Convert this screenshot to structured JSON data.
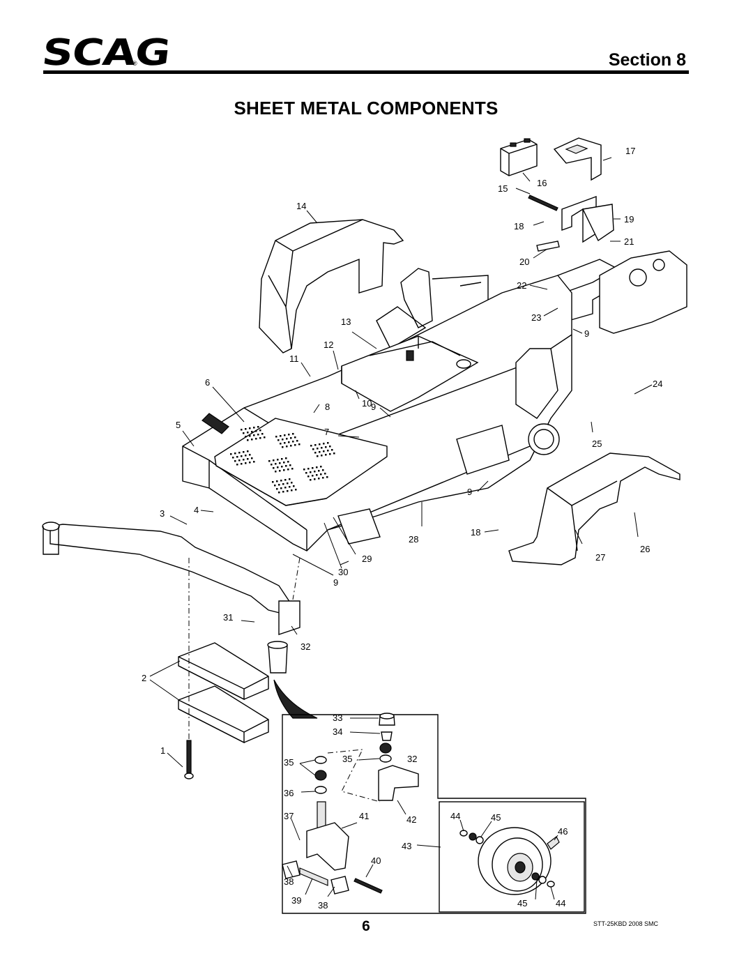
{
  "header": {
    "logo": "SCAG",
    "logo_mark": "®",
    "section": "Section 8"
  },
  "title": "SHEET METAL COMPONENTS",
  "callouts": {
    "c1": "1",
    "c2": "2",
    "c3": "3",
    "c4": "4",
    "c5": "5",
    "c6": "6",
    "c7": "7",
    "c8": "8",
    "c9": "9",
    "c10": "10",
    "c11": "11",
    "c12": "12",
    "c13": "13",
    "c14": "14",
    "c15": "15",
    "c16": "16",
    "c17": "17",
    "c18": "18",
    "c19": "19",
    "c20": "20",
    "c21": "21",
    "c22": "22",
    "c23": "23",
    "c24": "24",
    "c25": "25",
    "c26": "26",
    "c27": "27",
    "c28": "28",
    "c29": "29",
    "c30": "30",
    "c31": "31",
    "c32": "32",
    "c33": "33",
    "c34": "34",
    "c35": "35",
    "c36": "36",
    "c37": "37",
    "c38": "38",
    "c39": "39",
    "c40": "40",
    "c41": "41",
    "c42": "42",
    "c43": "43",
    "c44": "44",
    "c45": "45",
    "c46": "46"
  },
  "reference_code": "STT-25KBD 2008 SMC",
  "page_number": "6"
}
